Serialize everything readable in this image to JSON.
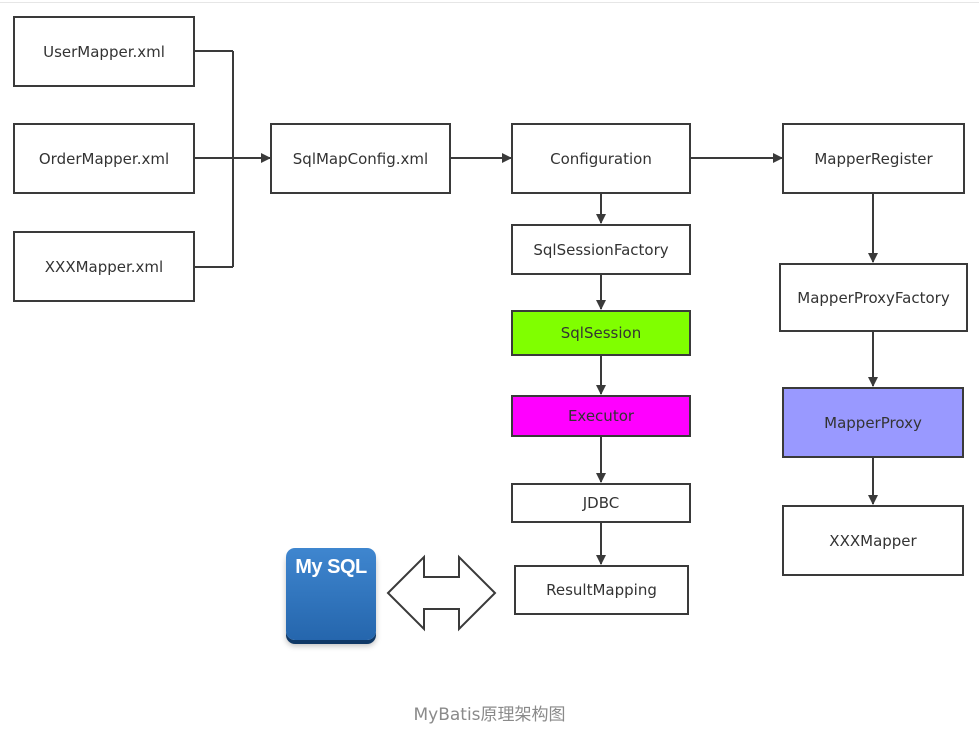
{
  "diagram": {
    "nodes": {
      "user_mapper": "UserMapper.xml",
      "order_mapper": "OrderMapper.xml",
      "xxx_mapper_xml": "XXXMapper.xml",
      "sql_map_config": "SqlMapConfig.xml",
      "configuration": "Configuration",
      "sql_session_factory": "SqlSessionFactory",
      "sql_session": "SqlSession",
      "executor": "Executor",
      "jdbc": "JDBC",
      "result_mapping": "ResultMapping",
      "mapper_register": "MapperRegister",
      "mapper_proxy_factory": "MapperProxyFactory",
      "mapper_proxy": "MapperProxy",
      "xxx_mapper": "XXXMapper"
    },
    "colors": {
      "sql_session_fill": "#80ff00",
      "executor_fill": "#ff00ff",
      "mapper_proxy_fill": "#9999ff",
      "line": "#3a3a3a"
    },
    "mysql_logo_text": "My SQL",
    "caption": "MyBatis原理架构图"
  }
}
